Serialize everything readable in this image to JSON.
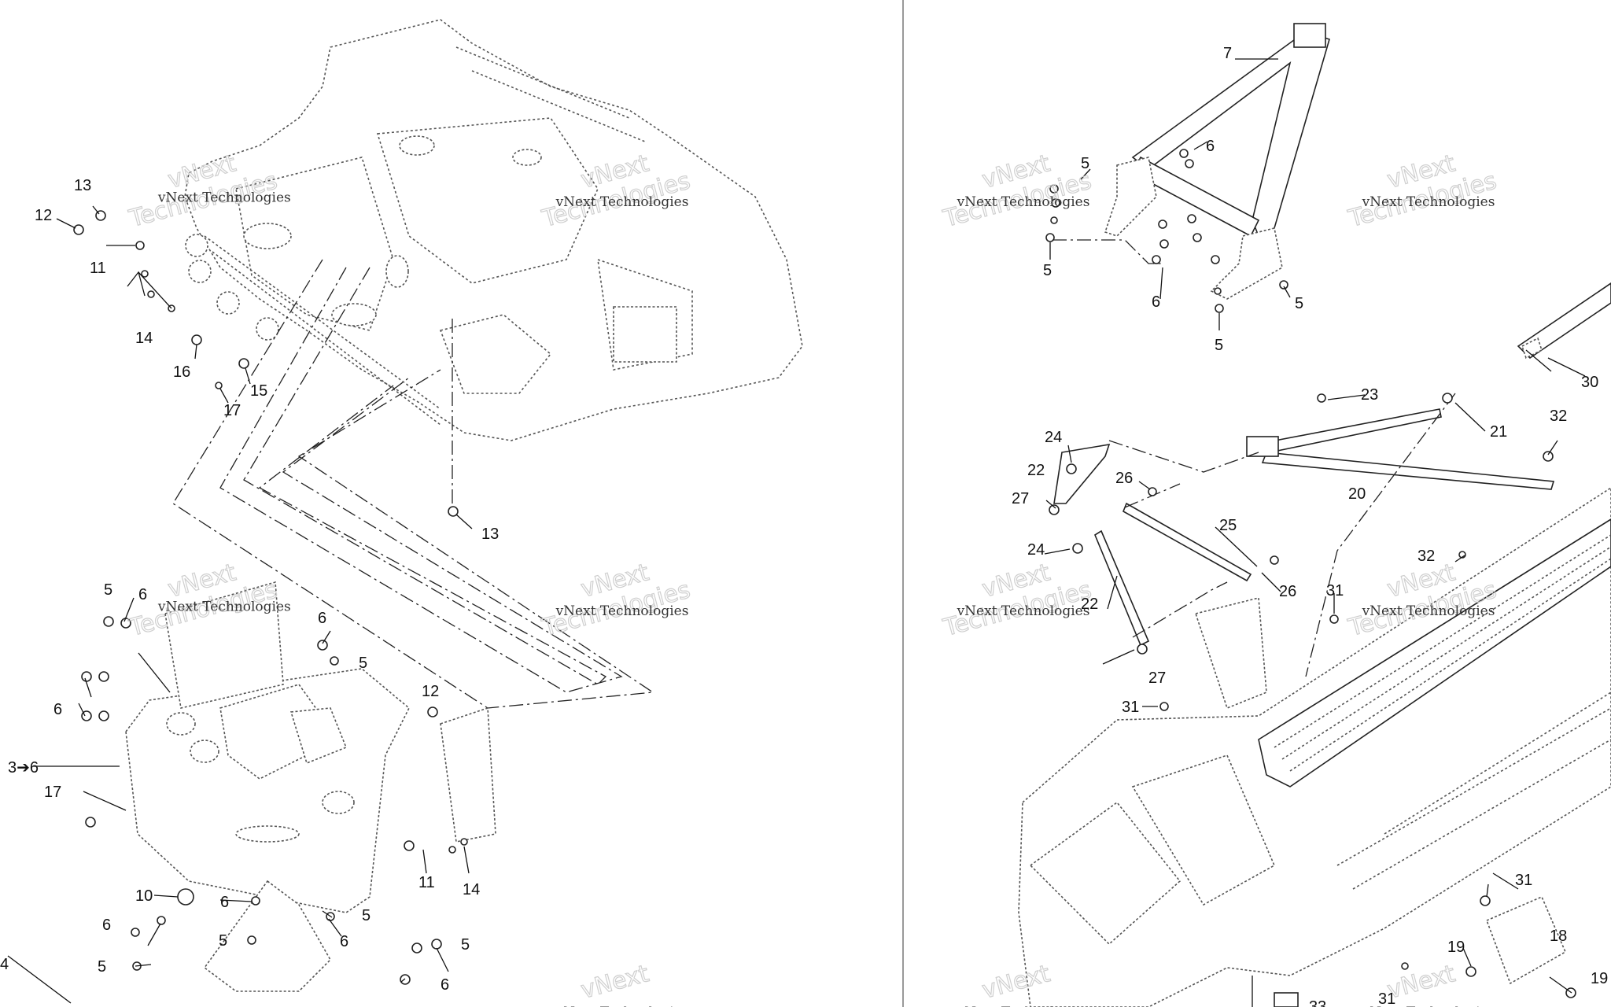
{
  "watermark": {
    "line1": "vNext Technologies",
    "line2a": "vNext",
    "line2b": "Technologies"
  },
  "callouts_left": [
    "13",
    "12",
    "11",
    "14",
    "16",
    "15",
    "17",
    "13",
    "5",
    "6",
    "6",
    "5",
    "6",
    "3➔6",
    "17",
    "12",
    "11",
    "14",
    "10",
    "6",
    "6",
    "5",
    "5",
    "5",
    "6",
    "5",
    "6",
    "4"
  ],
  "callouts_right": [
    "7",
    "6",
    "5",
    "5",
    "6",
    "5",
    "5",
    "23",
    "21",
    "32",
    "30",
    "24",
    "22",
    "20",
    "26",
    "27",
    "25",
    "24",
    "26",
    "32",
    "22",
    "31",
    "27",
    "31",
    "31",
    "18",
    "19",
    "19",
    "33",
    "31"
  ]
}
